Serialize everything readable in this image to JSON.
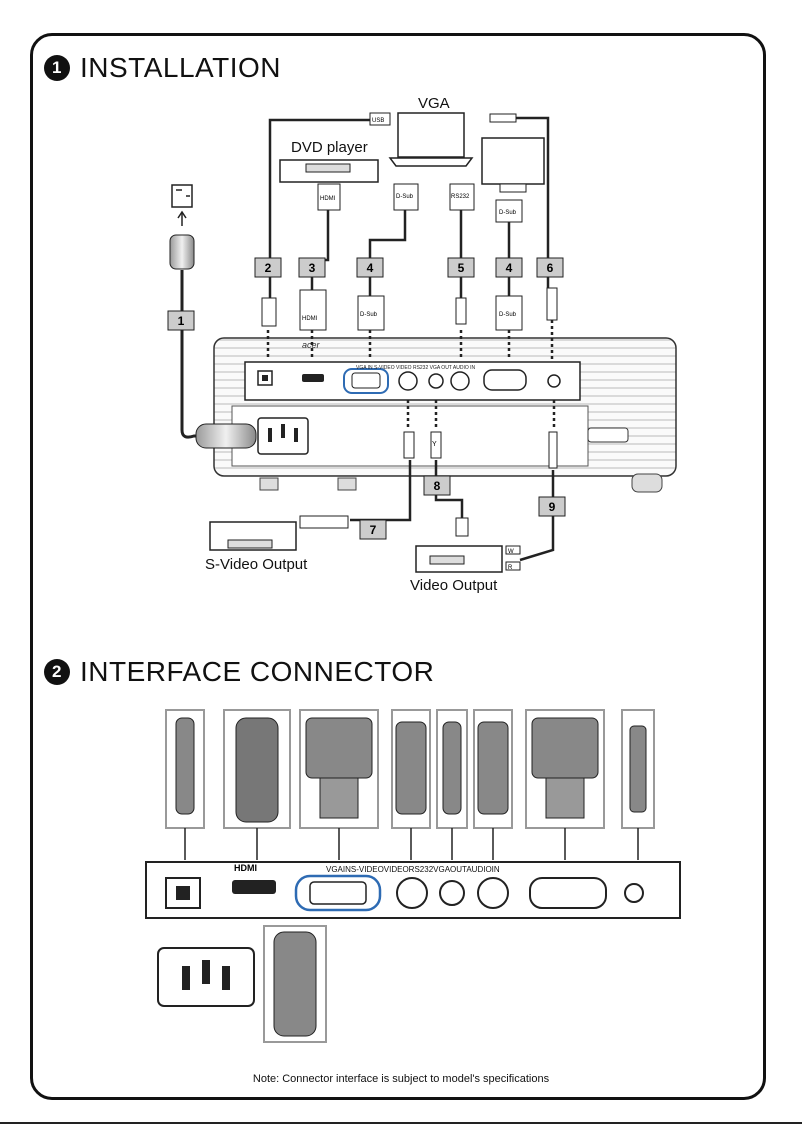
{
  "sections": {
    "installation": {
      "number": "1",
      "title": "INSTALLATION"
    },
    "interface": {
      "number": "2",
      "title": "INTERFACE CONNECTOR"
    }
  },
  "devices": {
    "vga": "VGA",
    "dvd": "DVD player",
    "svideo_out": "S-Video Output",
    "video_out": "Video Output",
    "projector_brand": "acer"
  },
  "connector_labels": {
    "usb": "USB",
    "hdmi": "HDMI",
    "dsub": "D-Sub",
    "rs232": "RS232",
    "y": "Y",
    "w": "W",
    "r": "R"
  },
  "cable_numbers": [
    "1",
    "2",
    "3",
    "4",
    "5",
    "4",
    "6",
    "7",
    "8",
    "9"
  ],
  "panel_labels": {
    "top": "VGA IN   S-VIDEO  VIDEO  RS232  VGA OUT  AUDIO IN",
    "interface": "VGAINS-VIDEOVIDEORS232VGAOUTAUDIOIN",
    "hdmi_logo": "HDMI"
  },
  "note": "Note: Connector interface is subject to model's specifications"
}
